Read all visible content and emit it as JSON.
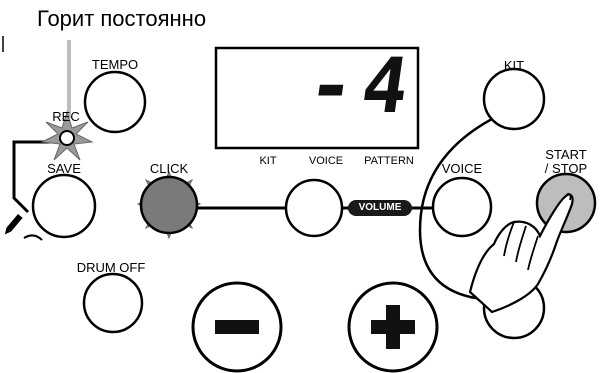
{
  "caption": "Горит постоянно",
  "display": {
    "value": "-4",
    "modes": [
      "KIT",
      "VOICE",
      "PATTERN"
    ]
  },
  "buttons": {
    "tempo": "TEMPO",
    "rec": "REC",
    "save": "SAVE",
    "click": "CLICK",
    "kit": "KIT",
    "voice": "VOICE",
    "start_stop_line1": "START",
    "start_stop_line2": "/ STOP",
    "drum_off": "DRUM OFF",
    "minus": "−",
    "plus": "+"
  },
  "volume_label": "VOLUME",
  "colors": {
    "indicator_gray": "#7a7a7a",
    "start_button_fill": "#bdbdbd",
    "volume_pill": "#1a1a1a"
  }
}
